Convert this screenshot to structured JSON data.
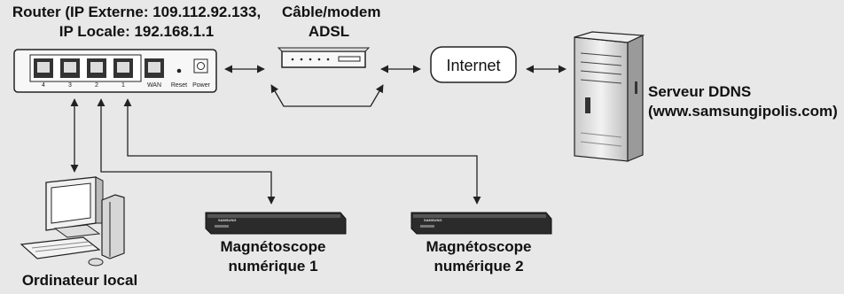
{
  "router": {
    "label_line1": "Router (IP Externe: 109.112.92.133,",
    "label_line2": "IP Locale: 192.168.1.1",
    "ports": [
      "4",
      "3",
      "2",
      "1",
      "WAN",
      "Reset",
      "Power"
    ]
  },
  "modem": {
    "label_line1": "Câble/modem",
    "label_line2": "ADSL"
  },
  "internet": {
    "label": "Internet"
  },
  "server": {
    "label_line1": "Serveur DDNS",
    "label_line2": "(www.samsungipolis.com)"
  },
  "pc": {
    "label": "Ordinateur local"
  },
  "dvr1": {
    "label_line1": "Magnétoscope",
    "label_line2": "numérique 1",
    "brand": "SAMSUNG"
  },
  "dvr2": {
    "label_line1": "Magnétoscope",
    "label_line2": "numérique 2",
    "brand": "SAMSUNG"
  },
  "colors": {
    "background": "#e8e8e8",
    "line": "#222222",
    "device_dark": "#2b2b2b"
  }
}
